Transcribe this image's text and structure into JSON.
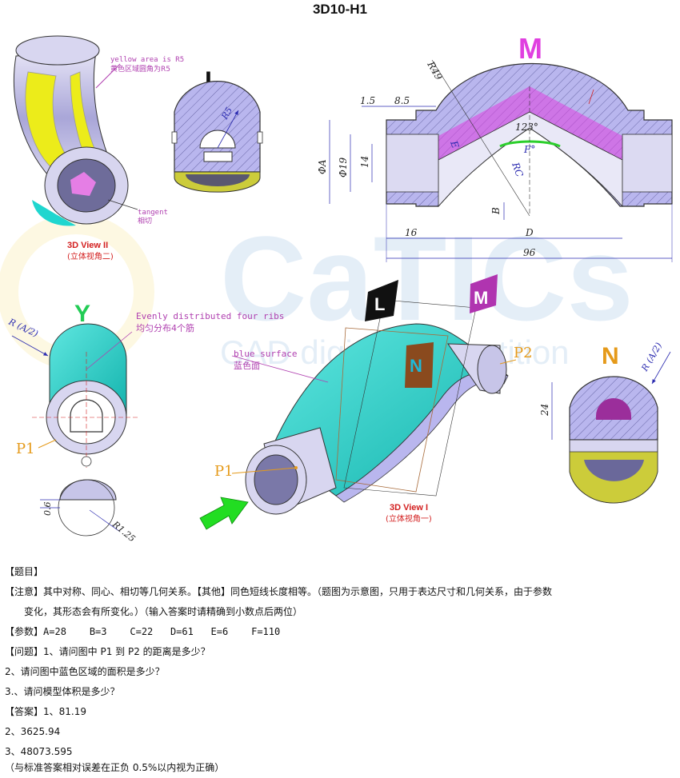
{
  "document": {
    "title": "3D10-H1",
    "watermark": {
      "big": "CaTICs",
      "small": "CAD digital competition"
    }
  },
  "drawing": {
    "view_m_letter": "M",
    "view_l_letter": "L",
    "view_y_letter": "Y",
    "view_n_letter": "N",
    "note_yellow_en": "yellow area is R5",
    "note_yellow_cn": "黄色区域圆角为R5",
    "tangent_en": "tangent",
    "tangent_cn": "相切",
    "view2_en": "3D View II",
    "view2_cn": "(立体视角二)",
    "view1_en": "3D View I",
    "view1_cn": "(立体视角一)",
    "ribs_en": "Evenly distributed four ribs",
    "ribs_cn": "均匀分布4个筋",
    "blue_en": "blue surface",
    "blue_cn": "蓝色面",
    "p1": "P1",
    "p2": "P2",
    "dims": {
      "r49": "R49",
      "d15": "1.5",
      "d85": "8.5",
      "a123": "123°",
      "e": "E",
      "f": "F°",
      "rc": "RC",
      "phiA": "ΦA",
      "phi19": "Φ19",
      "d14": "14",
      "b": "B",
      "d16": "16",
      "dD": "D",
      "d96": "96",
      "r5": "R5",
      "ra2": "R (A/2)",
      "d24": "24",
      "d06": "0.6",
      "r125": "R1.25"
    }
  },
  "text": {
    "heading": "【题目】",
    "note_label": "【注意】",
    "note_line1": "其中对称、同心、相切等几何关系。【其他】同色短线长度相等。（题图为示意图，只用于表达尺寸和几何关系，由于参数",
    "note_line2": "变化，其形态会有所变化。）（输入答案时请精确到小数点后两位）",
    "params_label": "【参数】",
    "params": "A=28    B=3    C=22   D=61   E=6    F=110",
    "question_label": "【问题】",
    "q1": "1、请问图中 P1 到 P2 的距离是多少？",
    "q2": "2、请问图中蓝色区域的面积是多少？",
    "q3": "3.、请问模型体积是多少？",
    "answer_label": "【答案】",
    "a1": "1、81.19",
    "a2": "2、3625.94",
    "a3": "3、48073.595",
    "tolerance": "（与标准答案相对误差在正负 0.5%以内视为正确）"
  },
  "colors": {
    "hatch_fill": "#b9b6ee",
    "magenta": "#e040e0",
    "yellow": "#ecec1a",
    "cyan": "#1fd6cf",
    "bore": "#c7c5e8",
    "dim_blue": "#2b2bb0",
    "label_orange": "#e59a1a",
    "green_arrow": "#22dd22"
  }
}
